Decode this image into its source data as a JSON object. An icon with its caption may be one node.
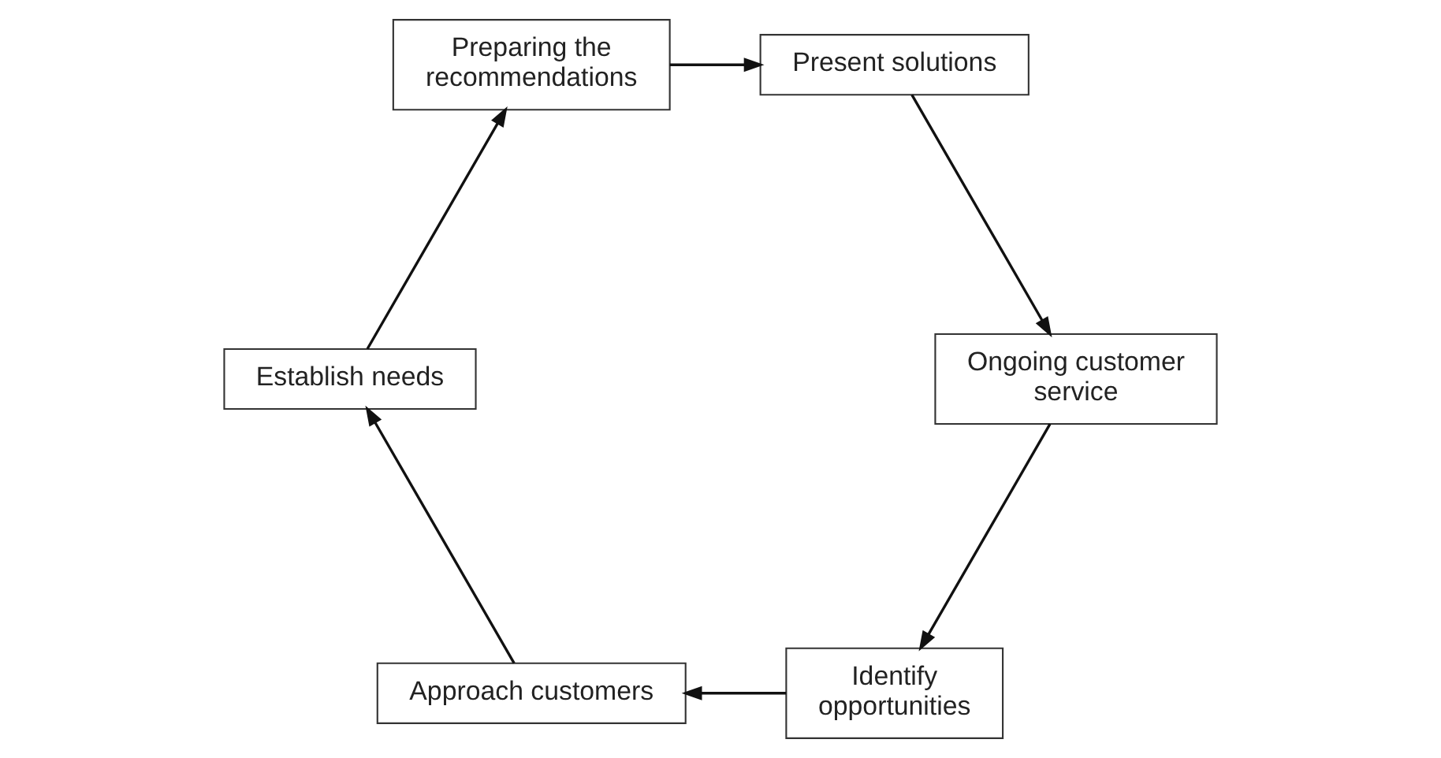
{
  "diagram": {
    "nodes": [
      {
        "text": [
          "Identify opportunities"
        ]
      },
      {
        "text": [
          "Approach customers"
        ]
      },
      {
        "text": [
          "Establish needs"
        ]
      },
      {
        "text": [
          "Preparing the recommendations"
        ]
      },
      {
        "text": [
          "Present solutions"
        ]
      },
      {
        "text": [
          "Ongoing customer service"
        ]
      }
    ],
    "edges": [
      {
        "from": 0,
        "to": 1,
        "arrow": "to"
      },
      {
        "from": 1,
        "to": 2,
        "arrow": "to"
      },
      {
        "from": 2,
        "to": 3,
        "arrow": "to"
      },
      {
        "from": 3,
        "to": 4,
        "arrow": "to"
      },
      {
        "from": 4,
        "to": 5,
        "arrow": "to"
      },
      {
        "from": 5,
        "to": 0,
        "arrow": "to"
      }
    ]
  }
}
